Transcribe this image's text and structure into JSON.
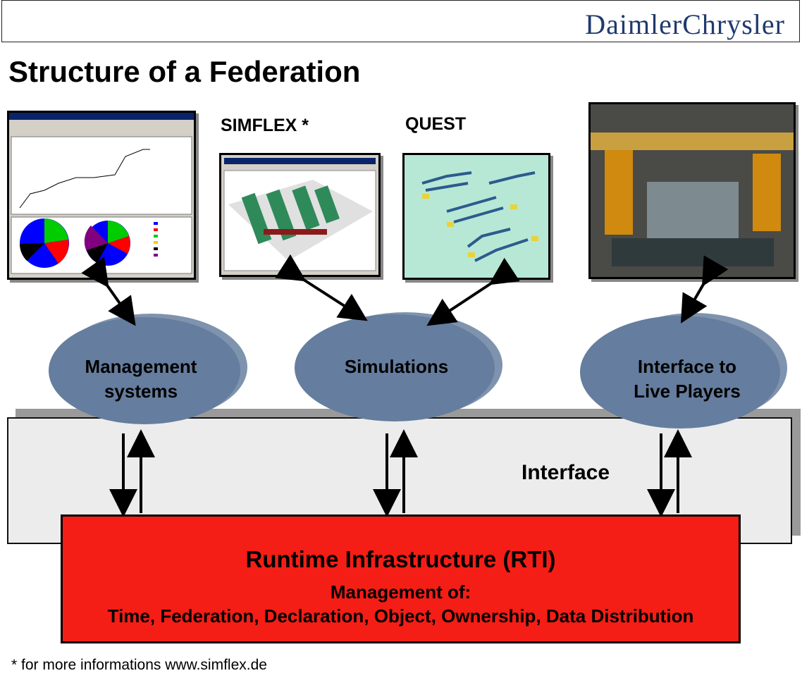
{
  "header": {
    "brand": "DaimlerChrysler"
  },
  "title": "Structure of a Federation",
  "labels": {
    "simflex": "SIMFLEX *",
    "quest": "QUEST"
  },
  "clouds": {
    "management": {
      "line1": "Management",
      "line2": "systems"
    },
    "simulations": {
      "line1": "Simulations"
    },
    "live": {
      "line1": "Interface to",
      "line2": "Live Players"
    }
  },
  "interface_label": "Interface",
  "rti": {
    "title": "Runtime Infrastructure (RTI)",
    "subtitle": "Management of:",
    "list": "Time, Federation, Declaration, Object, Ownership, Data Distribution"
  },
  "footnote": "* for more informations www.simflex.de",
  "colors": {
    "cloud": "#657d9e",
    "rti": "#f41e16",
    "brand": "#1f3a6e"
  }
}
